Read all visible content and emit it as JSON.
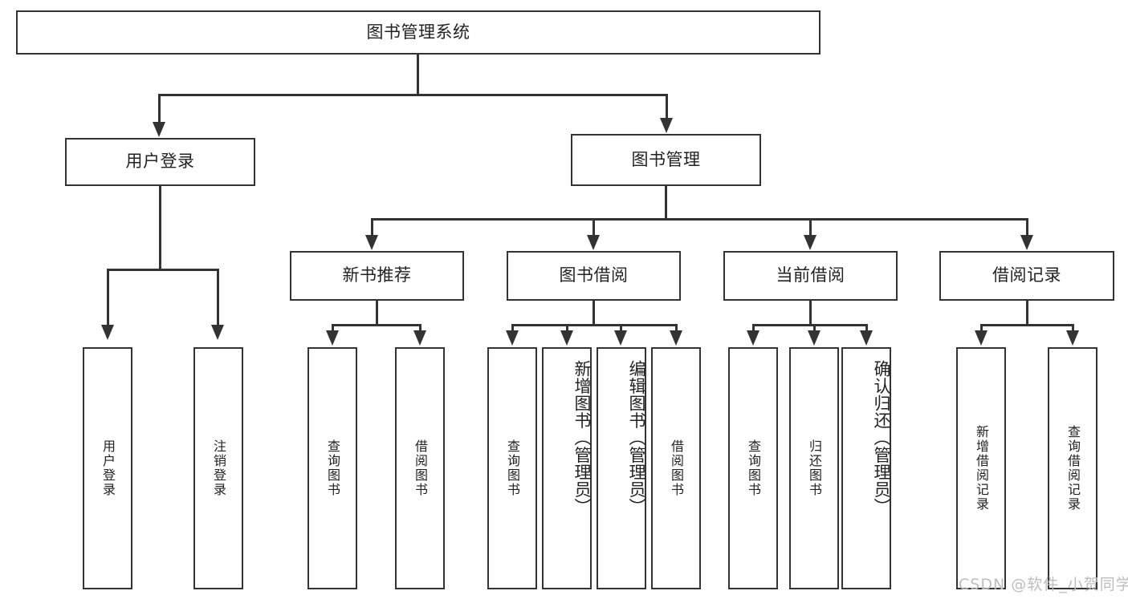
{
  "diagram": {
    "type": "tree-hierarchy",
    "title": "图书管理系统",
    "root": {
      "label": "图书管理系统"
    },
    "level2": [
      {
        "label": "用户登录"
      },
      {
        "label": "图书管理"
      }
    ],
    "level3": [
      {
        "label": "新书推荐"
      },
      {
        "label": "图书借阅"
      },
      {
        "label": "当前借阅"
      },
      {
        "label": "借阅记录"
      }
    ],
    "leaves": {
      "user_login": [
        {
          "label": "用户登录"
        },
        {
          "label": "注销登录"
        }
      ],
      "new_book_recommend": [
        {
          "label": "查询图书"
        },
        {
          "label": "借阅图书"
        }
      ],
      "book_borrow": [
        {
          "label": "查询图书"
        },
        {
          "label": "新增图书（管理员）"
        },
        {
          "label": "编辑图书（管理员）"
        },
        {
          "label": "借阅图书"
        }
      ],
      "current_borrow": [
        {
          "label": "查询图书"
        },
        {
          "label": "归还图书"
        },
        {
          "label": "确认归还（管理员）"
        }
      ],
      "borrow_record": [
        {
          "label": "新增借阅记录"
        },
        {
          "label": "查询借阅记录"
        }
      ]
    }
  },
  "watermark": {
    "text": "CSDN @软件_小贺同学"
  },
  "colors": {
    "stroke": "#333333",
    "fill": "#ffffff",
    "text": "#222222",
    "watermark": "#bdbdbd"
  }
}
